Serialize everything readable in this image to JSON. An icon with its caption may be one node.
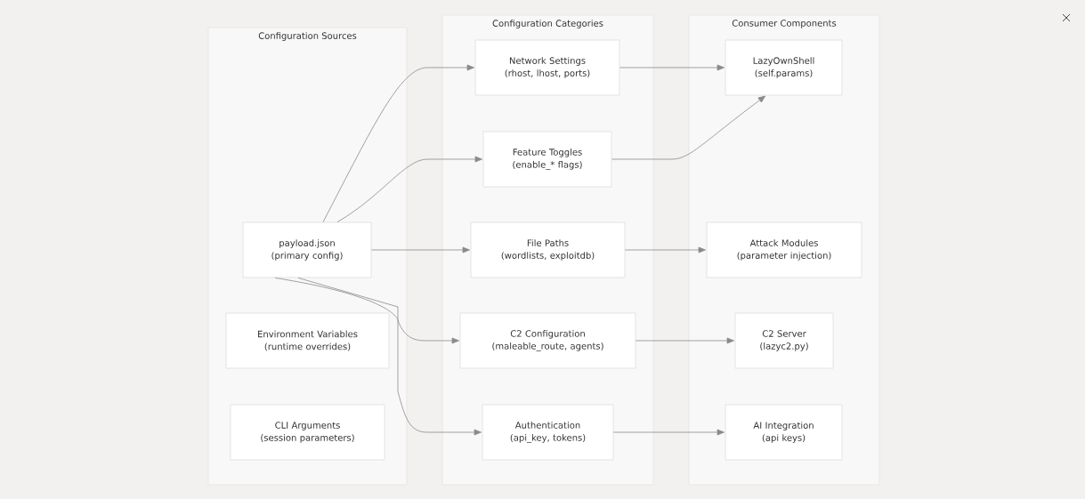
{
  "diagram": {
    "nodes": [
      {
        "text": [
          "Configuration Sources"
        ]
      },
      {
        "text": [
          "payload.json",
          "(primary config)"
        ],
        "in": 0
      },
      {
        "text": [
          "Environment Variables",
          "(runtime overrides)"
        ],
        "in": 0
      },
      {
        "text": [
          "CLI Arguments",
          "(session parameters)"
        ],
        "in": 0
      },
      {
        "text": [
          "Configuration Categories"
        ]
      },
      {
        "text": [
          "Network Settings",
          "(rhost, lhost, ports)"
        ],
        "in": 4
      },
      {
        "text": [
          "Feature Toggles",
          "(enable_* flags)"
        ],
        "in": 4
      },
      {
        "text": [
          "File Paths",
          "(wordlists, exploitdb)"
        ],
        "in": 4
      },
      {
        "text": [
          "C2 Configuration",
          "(maleable_route, agents)"
        ],
        "in": 4
      },
      {
        "text": [
          "Authentication",
          "(api_key, tokens)"
        ],
        "in": 4
      },
      {
        "text": [
          "Consumer Components"
        ]
      },
      {
        "text": [
          "LazyOwnShell",
          "(self.params)"
        ],
        "in": 10
      },
      {
        "text": [
          "Attack Modules",
          "(parameter injection)"
        ],
        "in": 10
      },
      {
        "text": [
          "C2 Server",
          "(lazyc2.py)"
        ],
        "in": 10
      },
      {
        "text": [
          "AI Integration",
          "(api keys)"
        ],
        "in": 10
      }
    ],
    "edges": [
      {
        "from": 1,
        "to": 5,
        "arrow": "to"
      },
      {
        "from": 1,
        "to": 6,
        "arrow": "to"
      },
      {
        "from": 1,
        "to": 7,
        "arrow": "to"
      },
      {
        "from": 1,
        "to": 8,
        "arrow": "to"
      },
      {
        "from": 1,
        "to": 9,
        "arrow": "to"
      },
      {
        "from": 5,
        "to": 11,
        "arrow": "to"
      },
      {
        "from": 6,
        "to": 11,
        "arrow": "to"
      },
      {
        "from": 7,
        "to": 12,
        "arrow": "to"
      },
      {
        "from": 8,
        "to": 13,
        "arrow": "to"
      },
      {
        "from": 9,
        "to": 14,
        "arrow": "to"
      }
    ]
  }
}
